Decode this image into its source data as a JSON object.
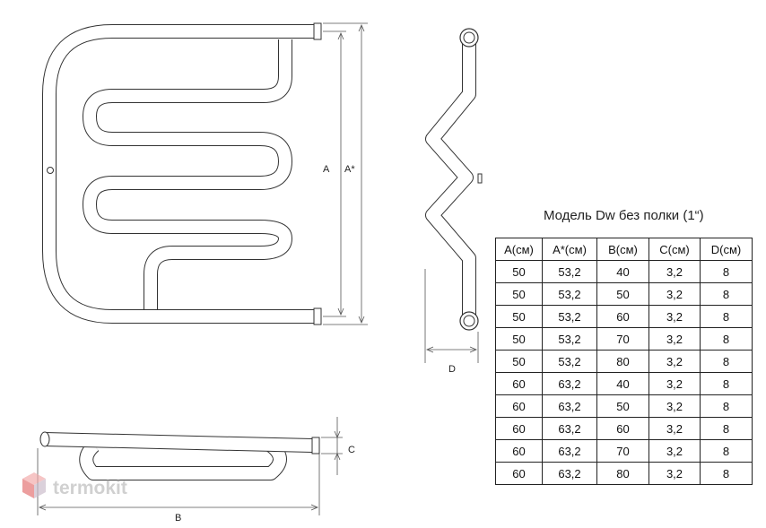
{
  "title": "Модель Dw без полки (1“)",
  "table": {
    "headers": [
      "A(см)",
      "A*(см)",
      "B(см)",
      "C(см)",
      "D(см)"
    ],
    "rows": [
      [
        "50",
        "53,2",
        "40",
        "3,2",
        "8"
      ],
      [
        "50",
        "53,2",
        "50",
        "3,2",
        "8"
      ],
      [
        "50",
        "53,2",
        "60",
        "3,2",
        "8"
      ],
      [
        "50",
        "53,2",
        "70",
        "3,2",
        "8"
      ],
      [
        "50",
        "53,2",
        "80",
        "3,2",
        "8"
      ],
      [
        "60",
        "63,2",
        "40",
        "3,2",
        "8"
      ],
      [
        "60",
        "63,2",
        "50",
        "3,2",
        "8"
      ],
      [
        "60",
        "63,2",
        "60",
        "3,2",
        "8"
      ],
      [
        "60",
        "63,2",
        "70",
        "3,2",
        "8"
      ],
      [
        "60",
        "63,2",
        "80",
        "3,2",
        "8"
      ]
    ]
  },
  "dimensions": {
    "a": "A",
    "a_star": "A*",
    "b": "B",
    "c": "C",
    "d": "D"
  },
  "watermark": {
    "text": "termokit",
    "icon": "cube-logo-icon",
    "color": "#e26b6b"
  }
}
